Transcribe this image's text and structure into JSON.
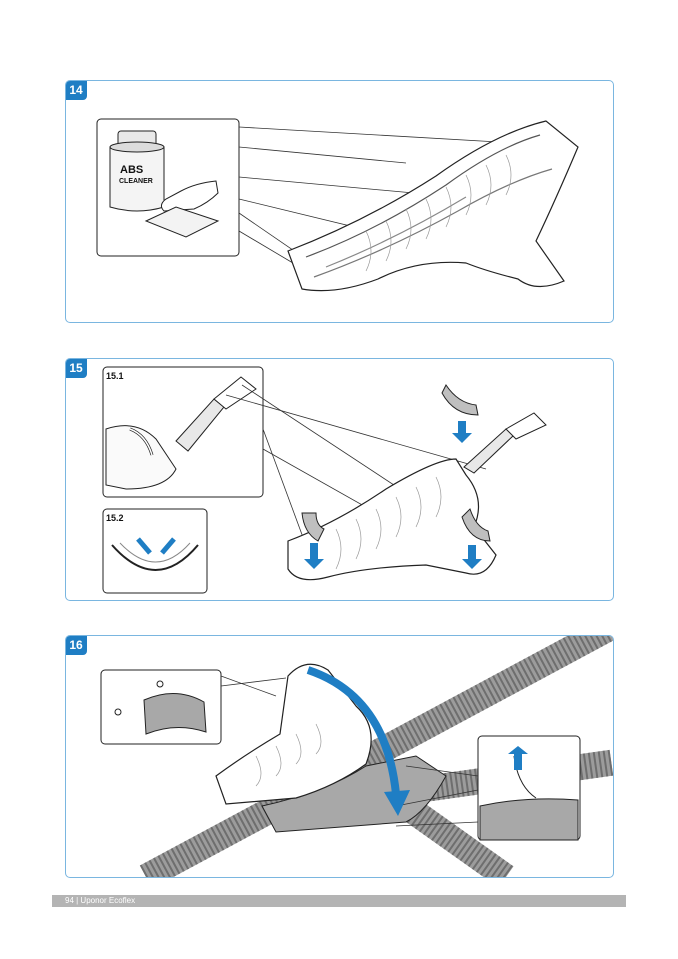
{
  "steps": [
    {
      "number": "14",
      "cleaner_label": "ABS",
      "cleaner_label2": "CLEANER"
    },
    {
      "number": "15",
      "sub1": "15.1",
      "sub2": "15.2"
    },
    {
      "number": "16"
    }
  ],
  "footer": {
    "text": "94 | Uponor Ecoflex"
  },
  "colors": {
    "accent": "#1f7ec4",
    "frame": "#7ab6e0",
    "footer_bar": "#b4b4b4"
  }
}
